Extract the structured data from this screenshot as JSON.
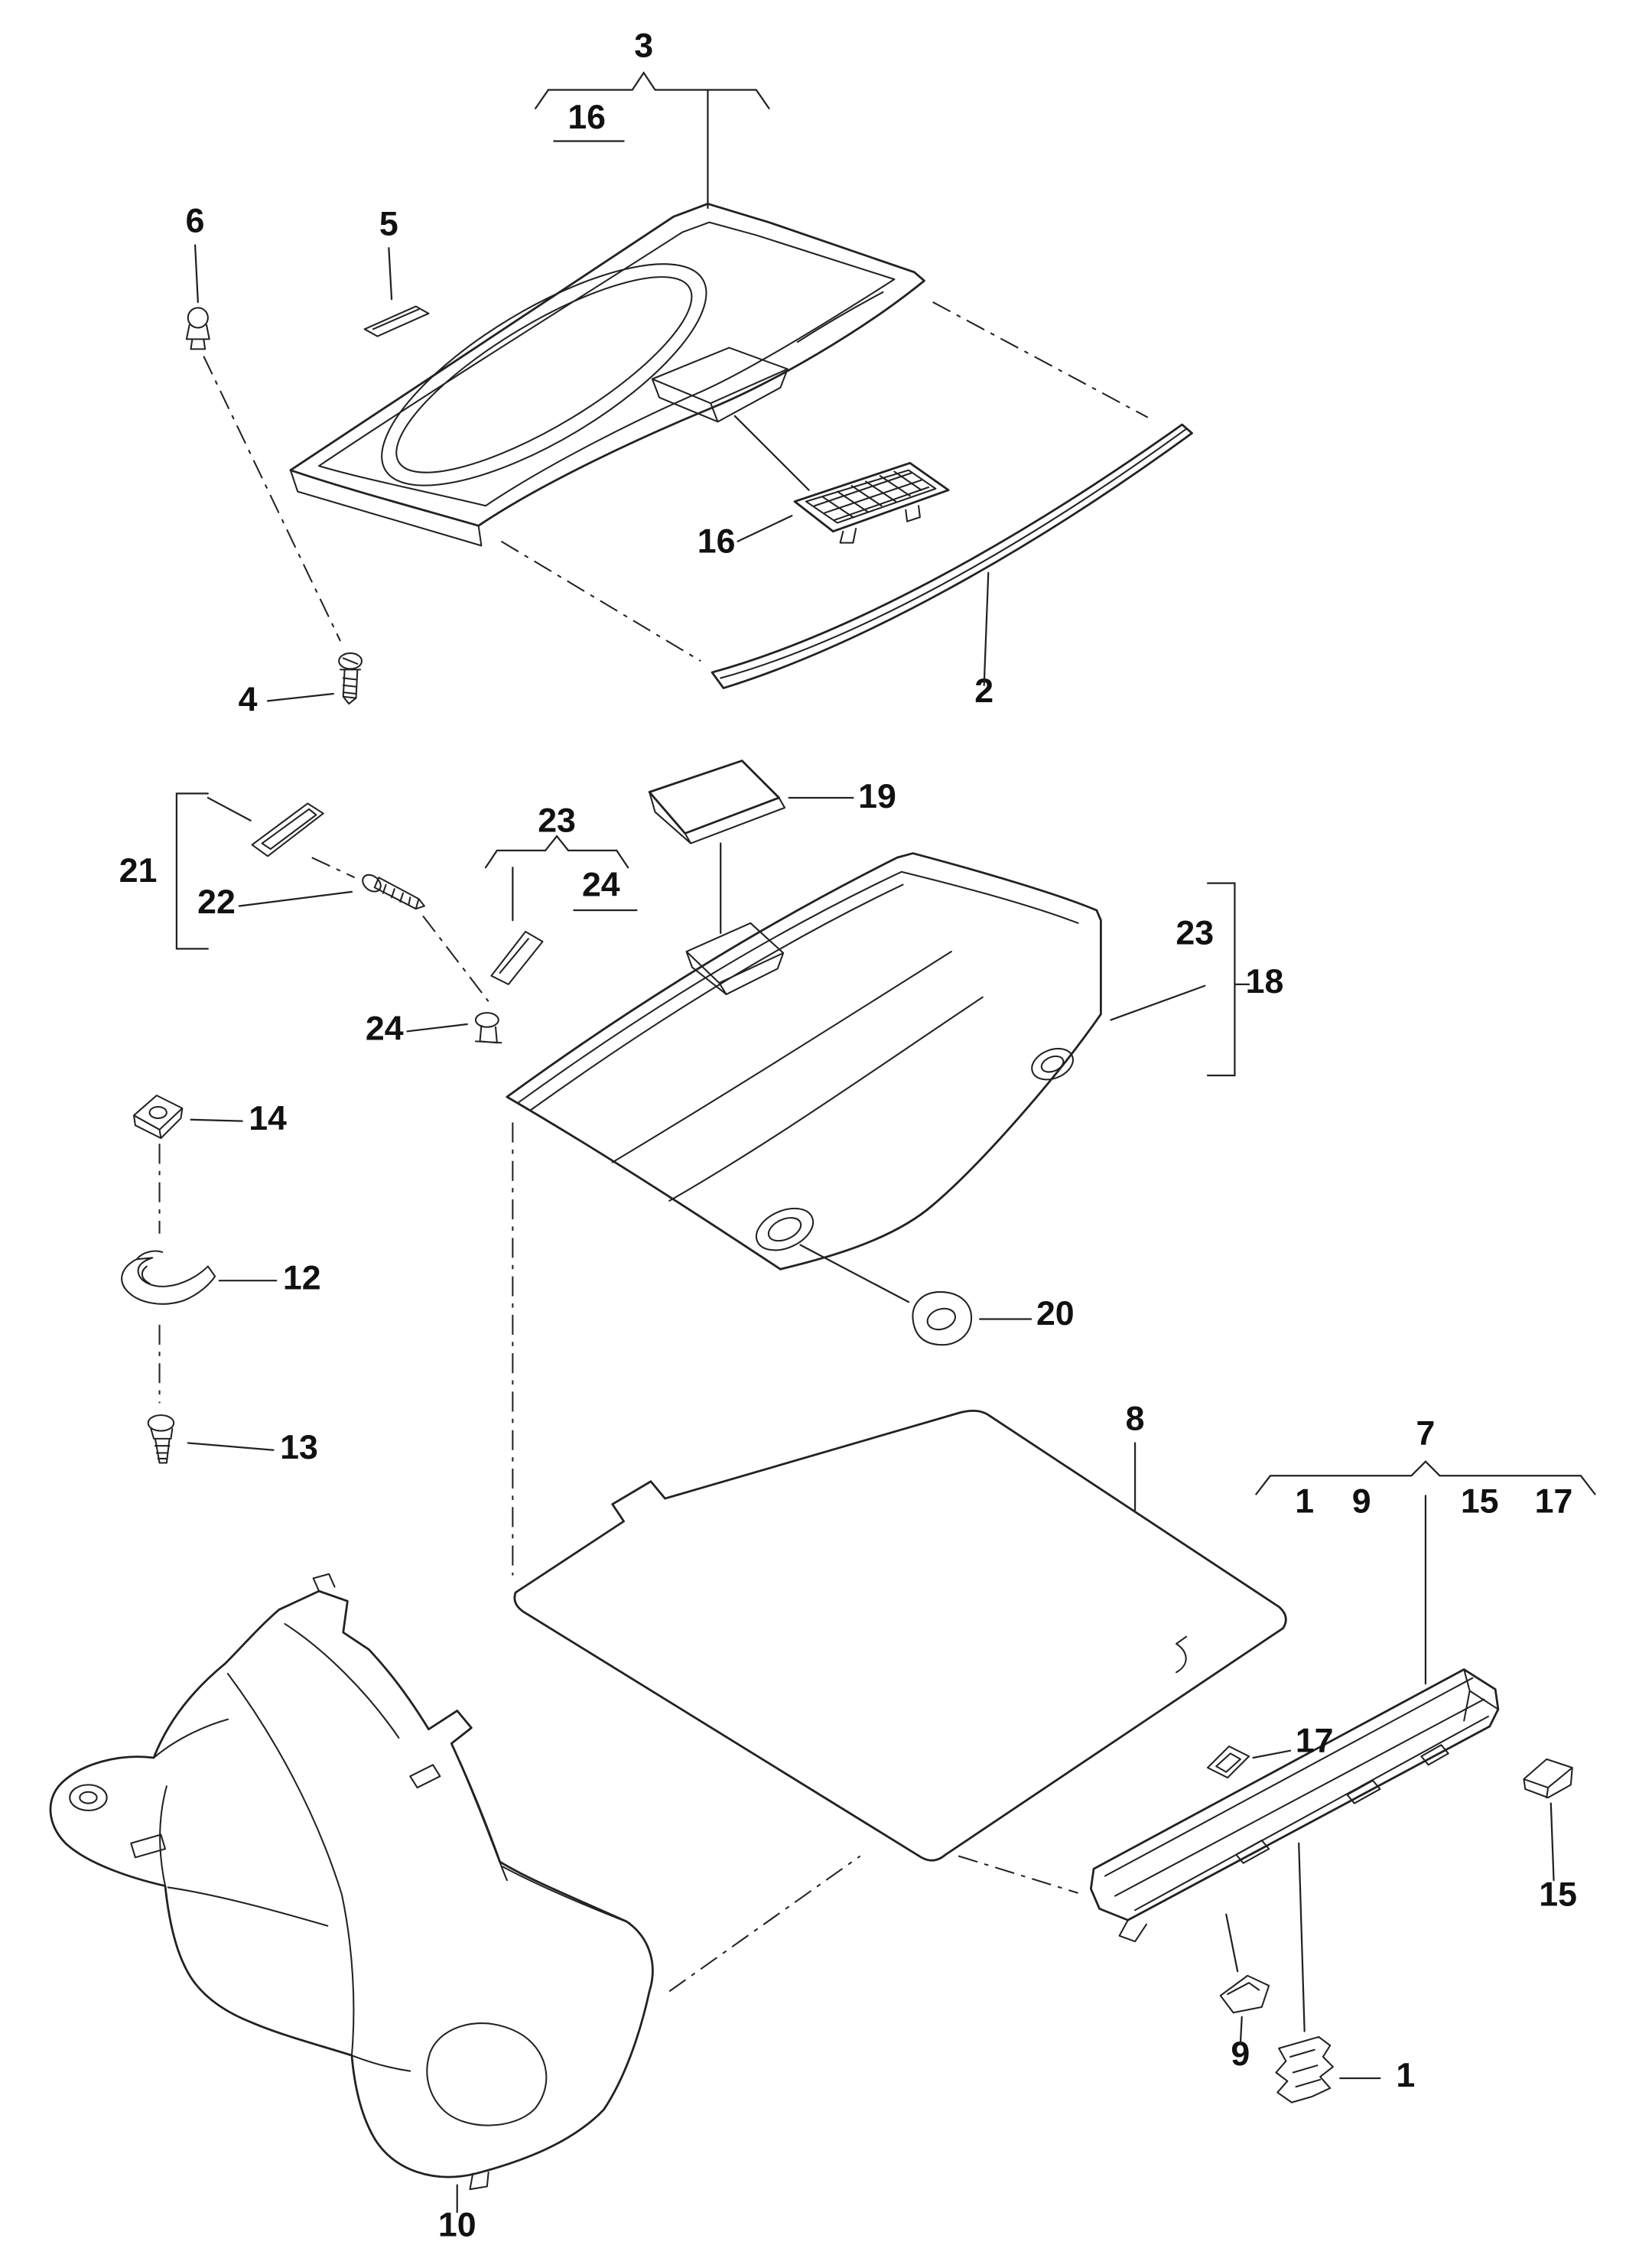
{
  "diagram": {
    "kind": "exploded-parts-line-drawing",
    "colors": {
      "background": "#ffffff",
      "line": "#222222",
      "label": "#111111"
    },
    "callouts": {
      "c3": {
        "num": "3"
      },
      "c16a": {
        "num": "16"
      },
      "c6": {
        "num": "6"
      },
      "c5": {
        "num": "5"
      },
      "c16b": {
        "num": "16"
      },
      "c2": {
        "num": "2"
      },
      "c4": {
        "num": "4"
      },
      "c19": {
        "num": "19"
      },
      "c21": {
        "num": "21"
      },
      "c22": {
        "num": "22"
      },
      "c23a": {
        "num": "23"
      },
      "c24a": {
        "num": "24"
      },
      "c23b": {
        "num": "23"
      },
      "c18": {
        "num": "18"
      },
      "c24b": {
        "num": "24"
      },
      "c14": {
        "num": "14"
      },
      "c12": {
        "num": "12"
      },
      "c13": {
        "num": "13"
      },
      "c20": {
        "num": "20"
      },
      "c8": {
        "num": "8"
      },
      "c7": {
        "num": "7"
      },
      "c1a": {
        "num": "1"
      },
      "c9a": {
        "num": "9"
      },
      "c15a": {
        "num": "15"
      },
      "c17a": {
        "num": "17"
      },
      "c17b": {
        "num": "17"
      },
      "c15b": {
        "num": "15"
      },
      "c9b": {
        "num": "9"
      },
      "c1b": {
        "num": "1"
      },
      "c10": {
        "num": "10"
      }
    }
  }
}
